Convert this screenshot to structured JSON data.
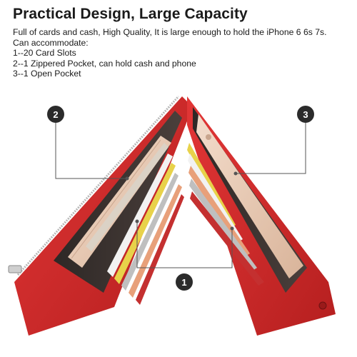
{
  "header": {
    "title": "Practical Design, Large Capacity"
  },
  "description": {
    "lines": [
      "Full of cards and cash, High Quality, It is large enough to hold the iPhone 6 6s 7s.",
      "Can accommodate:",
      "1--20 Card Slots",
      "2--1 Zippered Pocket, can hold cash and phone",
      "3--1 Open Pocket"
    ]
  },
  "callouts": [
    {
      "label": "1"
    },
    {
      "label": "2"
    },
    {
      "label": "3"
    }
  ],
  "colors": {
    "wallet_red": "#d42a2a",
    "wallet_dark_red": "#a81c1c",
    "lining": "#3a3230",
    "phone_gold": "#e8c9b0",
    "callout_circle": "#2b2b2b",
    "leader_line": "#555555"
  }
}
